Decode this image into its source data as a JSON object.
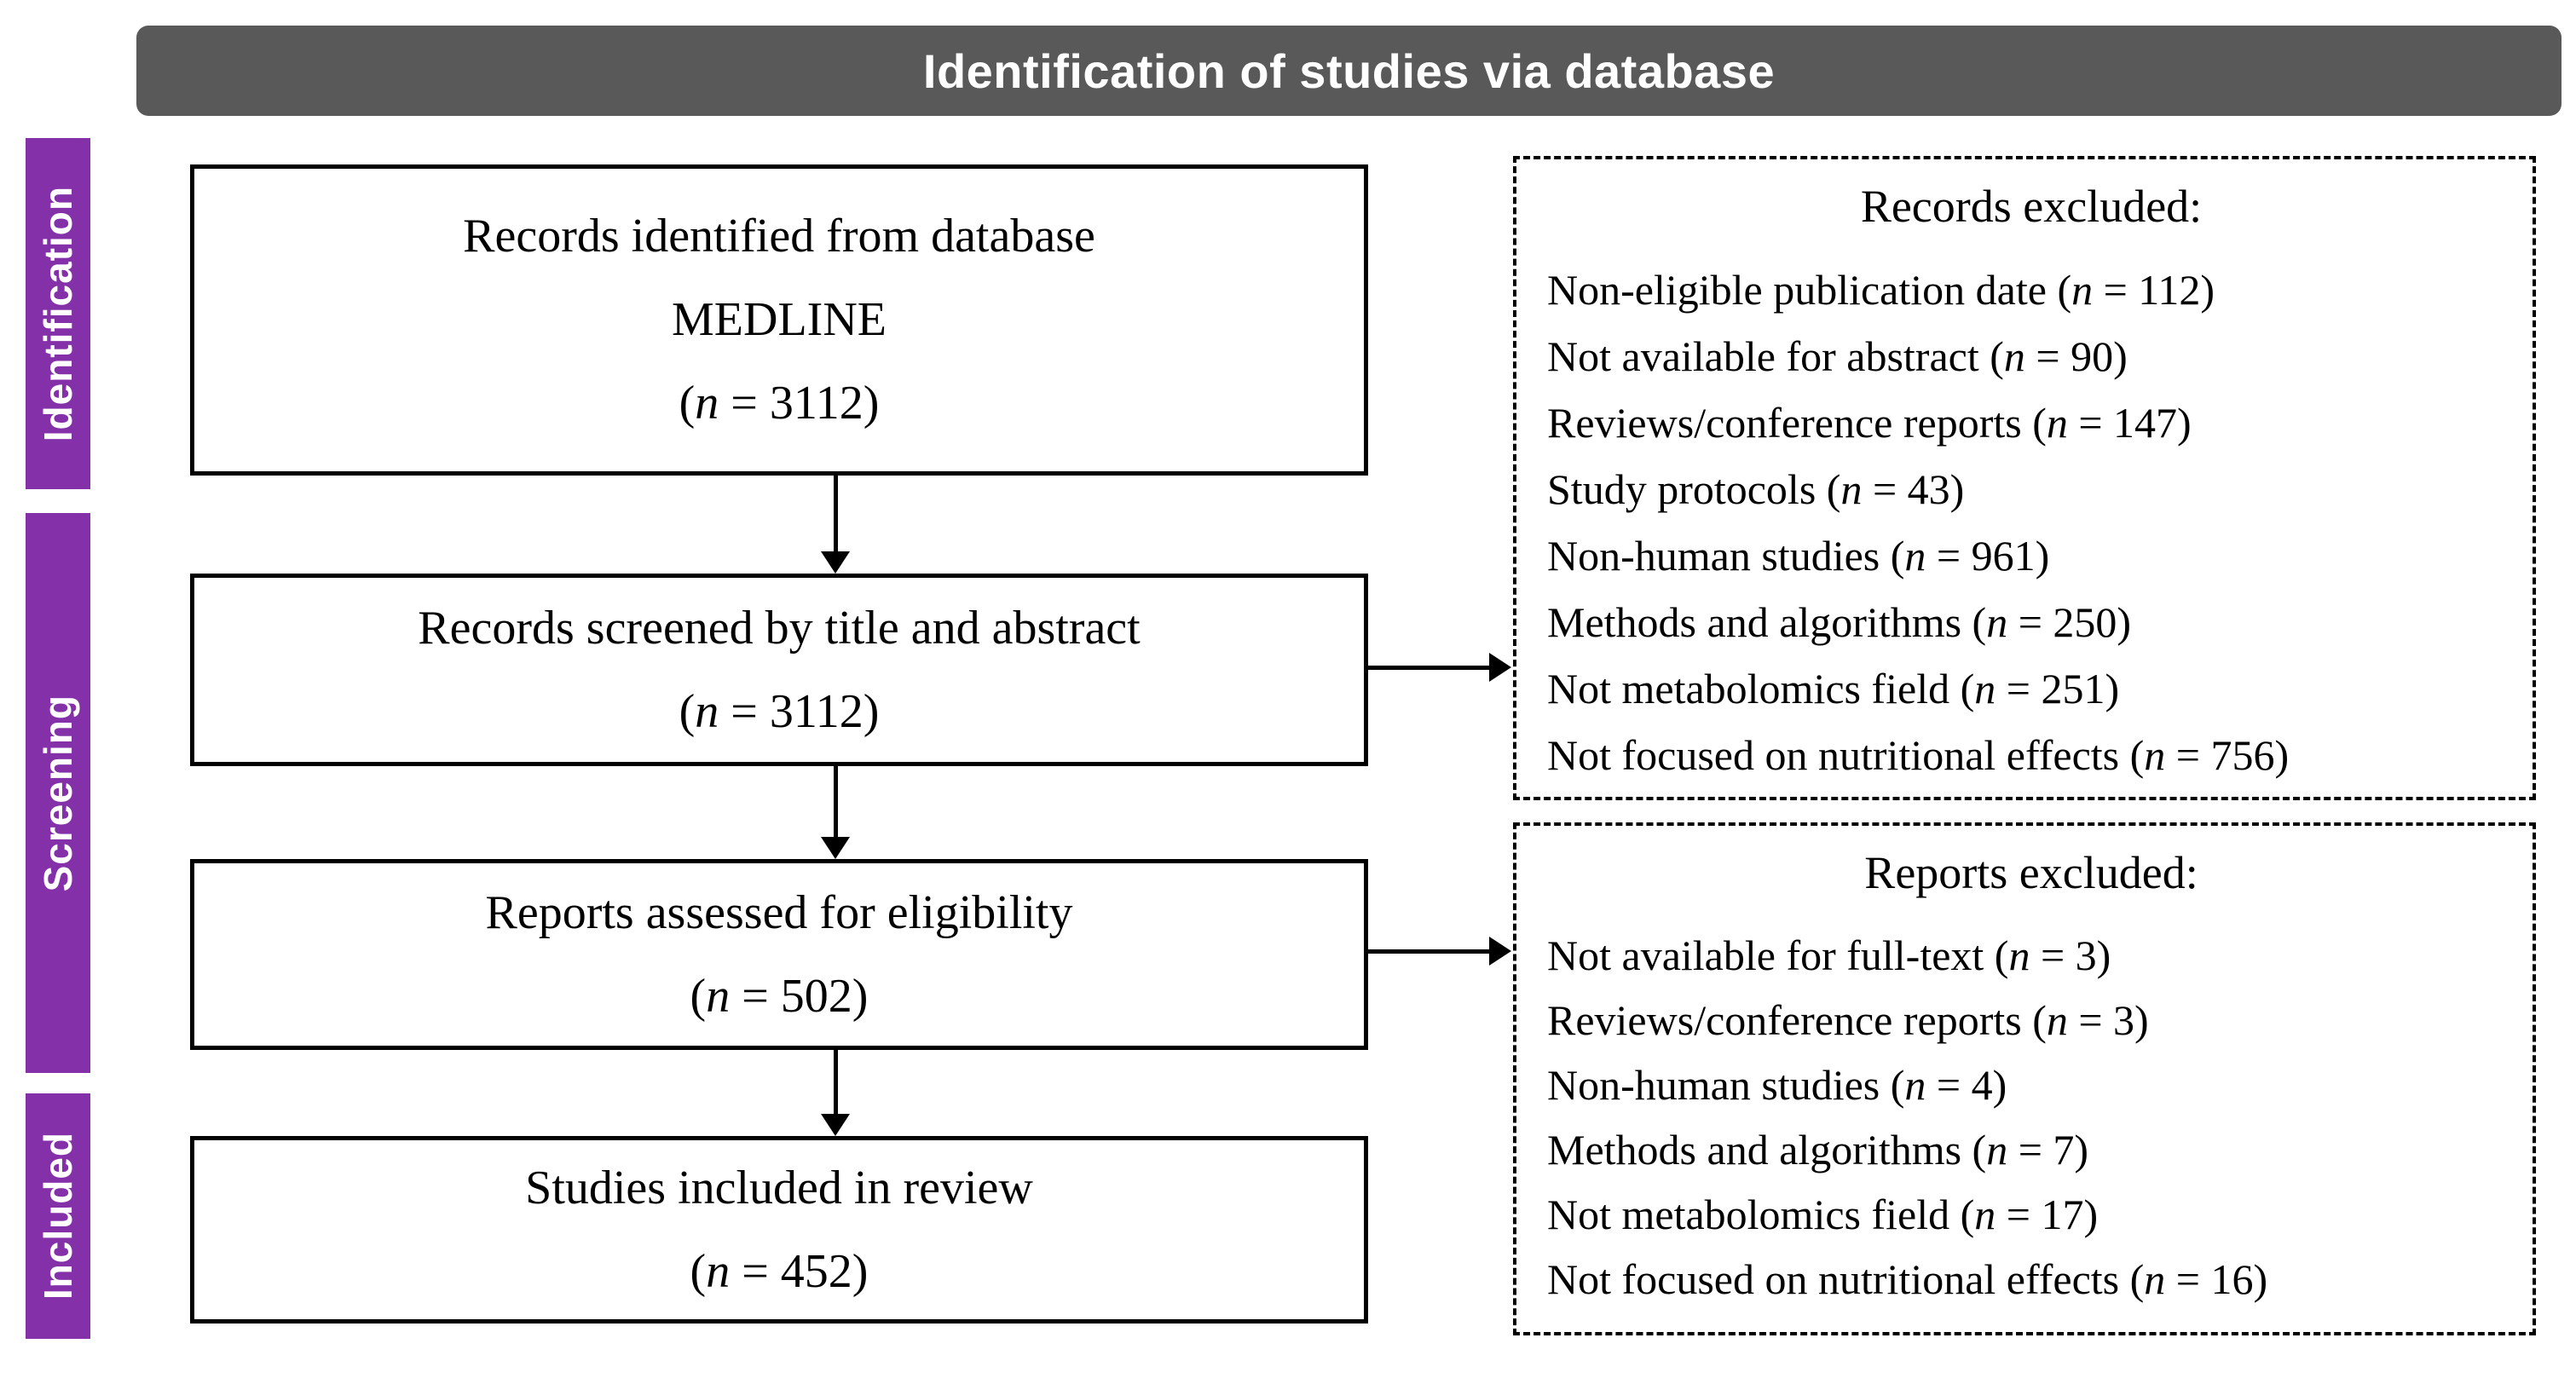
{
  "header": {
    "title": "Identification of studies via database"
  },
  "stages": [
    {
      "label": "Identification"
    },
    {
      "label": "Screening"
    },
    {
      "label": "Included"
    }
  ],
  "flow_boxes": [
    {
      "lines": [
        "Records identified from database",
        "MEDLINE"
      ],
      "count": "(n = 3112)"
    },
    {
      "lines": [
        "Records screened by title and abstract"
      ],
      "count": "(n = 3112)"
    },
    {
      "lines": [
        "Reports assessed for eligibility"
      ],
      "count": "(n = 502)"
    },
    {
      "lines": [
        "Studies included in review"
      ],
      "count": "(n = 452)"
    }
  ],
  "excluded_boxes": [
    {
      "title": "Records excluded:",
      "items": [
        "Non-eligible publication date (n = 112)",
        "Not available for abstract (n = 90)",
        "Reviews/conference reports (n = 147)",
        "Study protocols (n = 43)",
        "Non-human studies (n = 961)",
        "Methods and algorithms (n = 250)",
        "Not metabolomics field (n = 251)",
        "Not focused on nutritional effects (n = 756)"
      ]
    },
    {
      "title": "Reports excluded:",
      "items": [
        "Not available for full-text (n = 3)",
        "Reviews/conference reports (n = 3)",
        "Non-human studies (n = 4)",
        "Methods and algorithms (n = 7)",
        "Not metabolomics field (n = 17)",
        "Not focused on nutritional effects (n = 16)"
      ]
    }
  ],
  "colors": {
    "header_bg": "#595959",
    "stage_bg": "#8430a8",
    "box_border": "#000000",
    "text": "#000000"
  }
}
